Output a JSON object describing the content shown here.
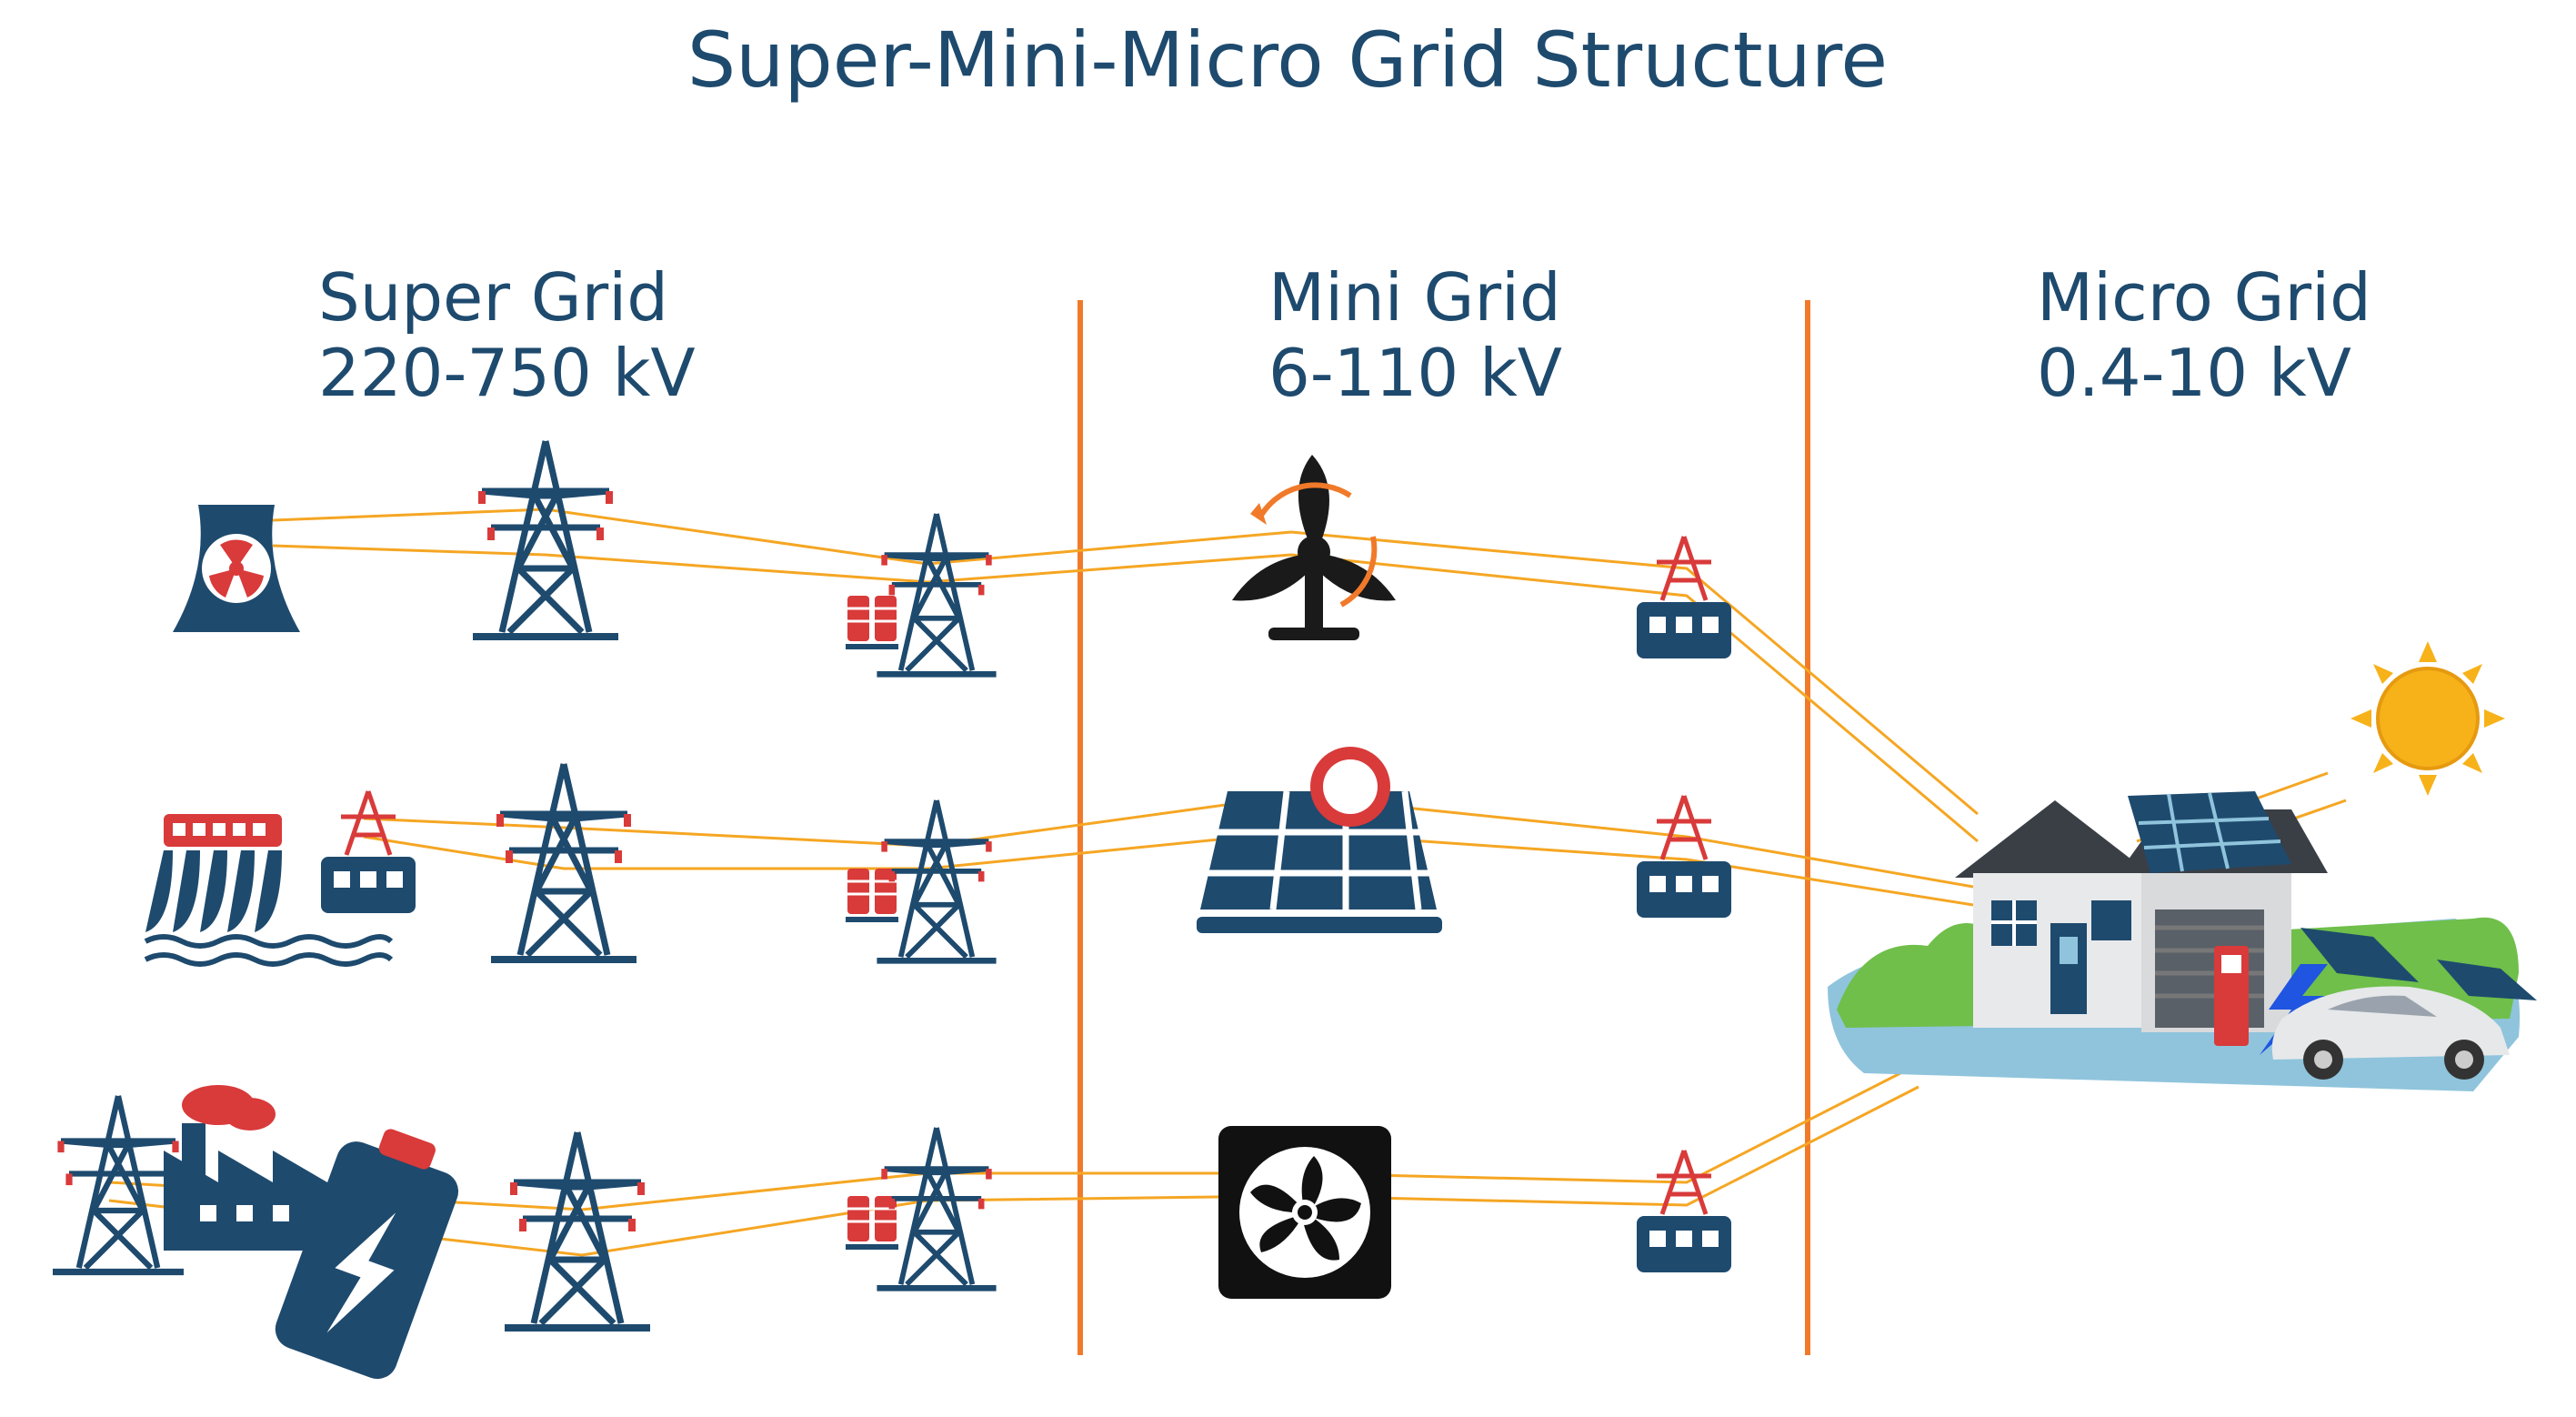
{
  "title": "Super-Mini-Micro Grid Structure",
  "sections": [
    {
      "name": "Super Grid",
      "voltage": "220-750 kV"
    },
    {
      "name": "Mini Grid",
      "voltage": "6-110 kV"
    },
    {
      "name": "Micro Grid",
      "voltage": "0.4-10 kV"
    }
  ],
  "icons": {
    "super_sources": [
      "nuclear-plant-icon",
      "hydro-dam-icon",
      "factory-icon",
      "battery-icon"
    ],
    "mini_sources": [
      "wind-turbine-icon",
      "solar-panel-icon",
      "fan-unit-icon"
    ],
    "micro": [
      "house-icon",
      "rooftop-solar-icon",
      "sun-icon",
      "ev-car-icon",
      "charging-station-icon"
    ]
  },
  "colors": {
    "primary_blue": "#1e4a6e",
    "divider_orange": "#f07a2a",
    "line_orange": "#f5a623",
    "accent_red": "#d93a3a",
    "sun_yellow": "#f7b21a"
  }
}
